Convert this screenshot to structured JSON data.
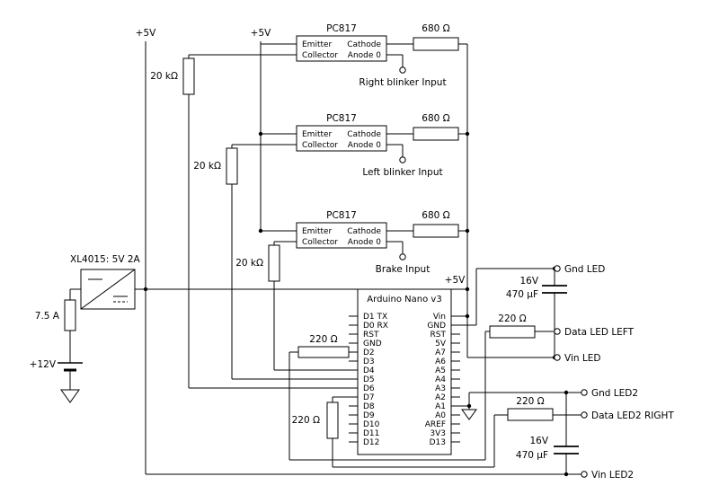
{
  "optocouplers": [
    {
      "part": "PC817",
      "emitter": "Emitter",
      "collector": "Collector",
      "cathode": "Cathode",
      "anode": "Anode 0",
      "series_resistor": "680 Ω",
      "pulldown_resistor": "20 kΩ",
      "input_label": "Right blinker Input"
    },
    {
      "part": "PC817",
      "emitter": "Emitter",
      "collector": "Collector",
      "cathode": "Cathode",
      "anode": "Anode 0",
      "series_resistor": "680 Ω",
      "pulldown_resistor": "20 kΩ",
      "input_label": "Left blinker Input"
    },
    {
      "part": "PC817",
      "emitter": "Emitter",
      "collector": "Collector",
      "cathode": "Cathode",
      "anode": "Anode 0",
      "series_resistor": "680 Ω",
      "pulldown_resistor": "20 kΩ",
      "input_label": "Brake Input"
    }
  ],
  "power_rails": {
    "top_left": "+5V",
    "top_mid": "+5V",
    "arduino": "+5V"
  },
  "supply": {
    "converter_label": "XL4015: 5V 2A",
    "fuse_label": "7.5 A",
    "battery_label": "+12V"
  },
  "arduino": {
    "title": "Arduino Nano v3",
    "left_pins": [
      "D1 TX",
      "D0 RX",
      "RST",
      "GND",
      "D2",
      "D3",
      "D4",
      "D5",
      "D6",
      "D7",
      "D8",
      "D9",
      "D10",
      "D11",
      "D12"
    ],
    "right_pins": [
      "Vin",
      "GND",
      "RST",
      "5V",
      "A7",
      "A6",
      "A5",
      "A4",
      "A3",
      "A2",
      "A1",
      "A0",
      "AREF",
      "3V3",
      "D13"
    ]
  },
  "series_resistors": {
    "left_horizontal": "220 Ω",
    "left_vertical": "220 Ω",
    "right_top": "220 Ω",
    "right_bottom": "220 Ω"
  },
  "capacitors": {
    "top": {
      "voltage": "16V",
      "capacitance": "470 µF"
    },
    "bottom": {
      "voltage": "16V",
      "capacitance": "470 µF"
    }
  },
  "outputs": {
    "gnd_led": "Gnd LED",
    "data_led_left": "Data LED LEFT",
    "vin_led": "Vin LED",
    "gnd_led2": "Gnd LED2",
    "data_led2_right": "Data LED2 RIGHT",
    "vin_led2": "Vin LED2"
  }
}
